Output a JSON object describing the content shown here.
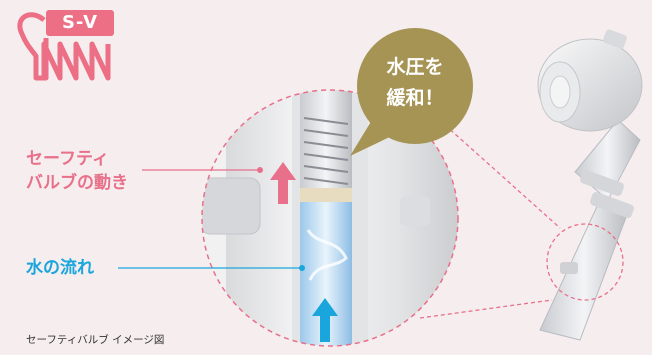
{
  "logo": {
    "text": "S-V",
    "color": "#ec6f86"
  },
  "labels": {
    "safety_valve_line1": "セーフティ",
    "safety_valve_line2": "バルブの動き",
    "water_flow": "水の流れ"
  },
  "caption": "セーフティバルブ イメージ図",
  "bubble": {
    "line1": "水圧を",
    "line2": "緩和！",
    "color": "#a69455"
  },
  "colors": {
    "pink": "#e8708a",
    "blue": "#1aa6dd",
    "background": "#f6eeee"
  }
}
